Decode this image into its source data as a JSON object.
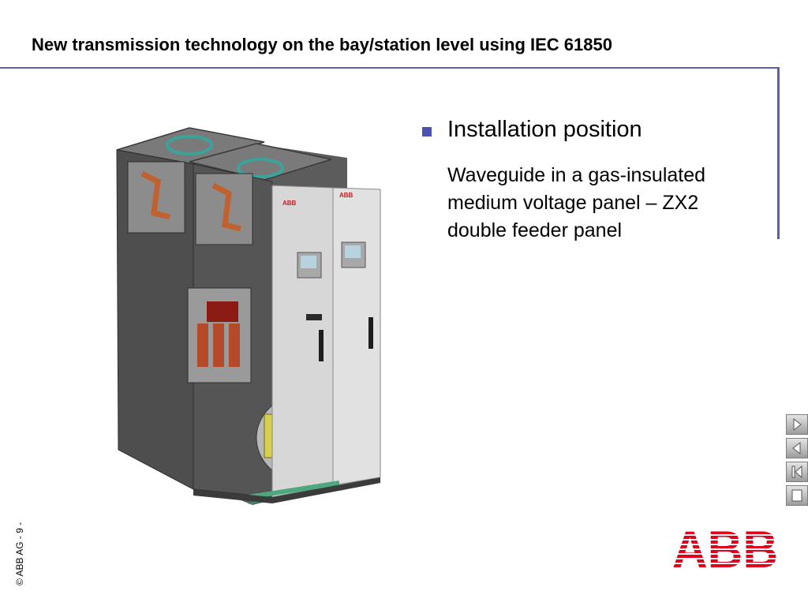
{
  "slide": {
    "title": "New transmission technology on the bay/station level using IEC 61850",
    "bullet_heading": "Installation position",
    "body_lines": [
      "Waveguide in a gas-insulated",
      "medium voltage panel – ZX2",
      "double feeder panel"
    ],
    "footer": "© ABB AG - 9 -"
  },
  "logo": {
    "text": "ABB",
    "color": "#e2001a"
  },
  "panel_labels": {
    "left": "ABB",
    "right": "ABB"
  },
  "nav": {
    "icons": [
      "next-icon",
      "previous-icon",
      "first-slide-icon",
      "end-show-icon"
    ]
  },
  "colors": {
    "accent_rule": "#5b5fa8",
    "bullet": "#4b52b0",
    "brand_red": "#e2001a"
  }
}
